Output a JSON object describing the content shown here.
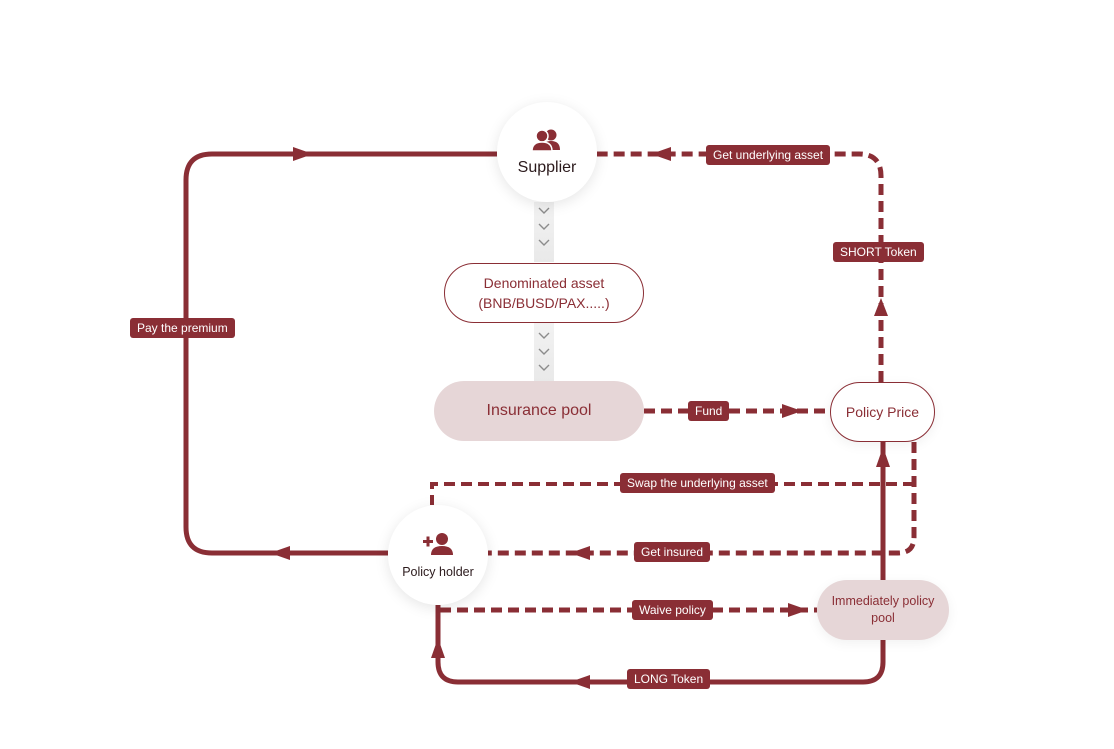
{
  "colors": {
    "accent": "#8a2e35",
    "pool_fill": "#e6d6d7",
    "chevron": "#8c8c8c",
    "node_bg": "#ffffff"
  },
  "nodes": {
    "supplier": {
      "label": "Supplier",
      "icon": "users-icon"
    },
    "denominated_asset": {
      "line1": "Denominated asset",
      "line2": "(BNB/BUSD/PAX.....)"
    },
    "insurance_pool": {
      "label": "Insurance pool"
    },
    "policy_price": {
      "label": "Policy Price"
    },
    "policy_holder": {
      "label": "Policy holder",
      "icon": "user-plus-icon"
    },
    "immediate_pool": {
      "label": "Immediately policy pool"
    }
  },
  "edge_labels": {
    "pay_premium": "Pay the premium",
    "get_underlying": "Get underlying asset",
    "short_token": "SHORT Token",
    "fund": "Fund",
    "swap_underlying": "Swap the underlying asset",
    "get_insured": "Get insured",
    "waive_policy": "Waive policy",
    "long_token": "LONG Token"
  }
}
